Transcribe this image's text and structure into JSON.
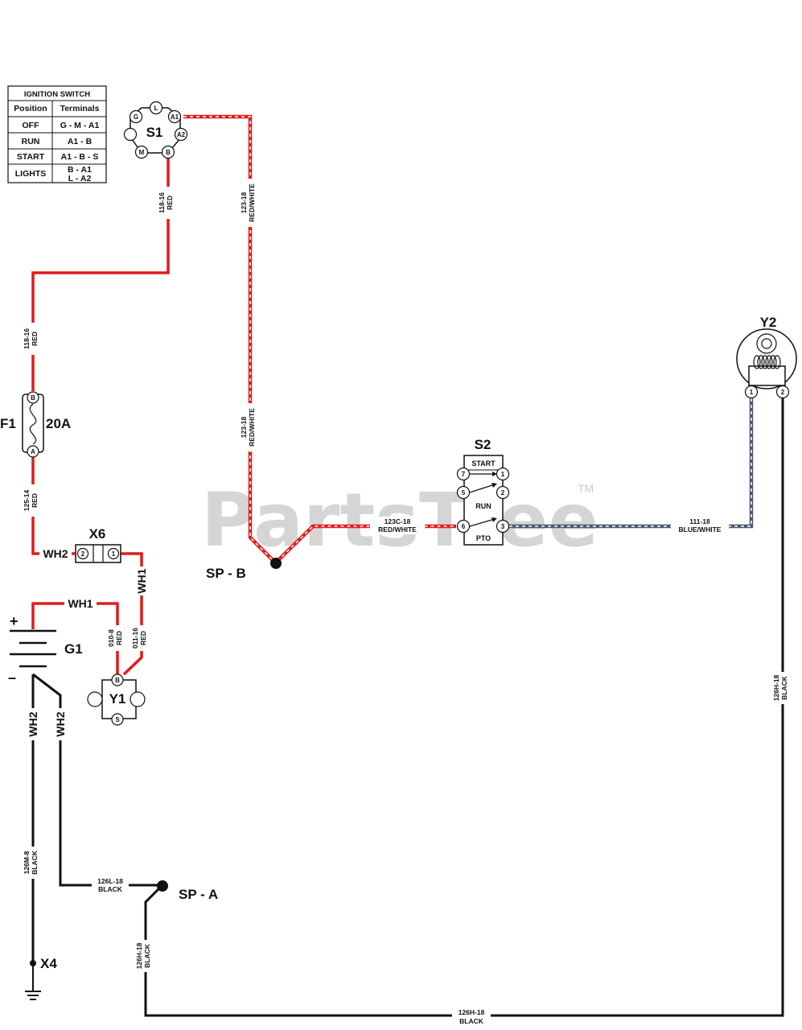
{
  "table": {
    "title": "IGNITION SWITCH",
    "headers": [
      "Position",
      "Terminals"
    ],
    "rows": [
      {
        "pos": "OFF",
        "terms": [
          "G - M - A1"
        ]
      },
      {
        "pos": "RUN",
        "terms": [
          "A1 - B"
        ]
      },
      {
        "pos": "START",
        "terms": [
          "A1 - B - S"
        ]
      },
      {
        "pos": "LIGHTS",
        "terms": [
          "B - A1",
          "L - A2"
        ]
      }
    ]
  },
  "components": {
    "s1": {
      "label": "S1",
      "pins": [
        "L",
        "A1",
        "A2",
        "B",
        "M",
        "G"
      ]
    },
    "s2": {
      "label": "S2",
      "pins": [
        "7",
        "1",
        "5",
        "2",
        "6",
        "3"
      ],
      "sections": [
        "START",
        "RUN",
        "PTO"
      ]
    },
    "f1": {
      "label": "F1",
      "rating": "20A",
      "pins": [
        "B",
        "A"
      ]
    },
    "x6": {
      "label": "X6",
      "pins": [
        "2",
        "1"
      ]
    },
    "g1": {
      "label": "G1",
      "plus": "+",
      "minus": "–"
    },
    "y1": {
      "label": "Y1",
      "pins": [
        "B",
        "S"
      ]
    },
    "y2": {
      "label": "Y2",
      "pins": [
        "1",
        "2"
      ]
    },
    "spa": {
      "label": "SP - A"
    },
    "spb": {
      "label": "SP - B"
    },
    "x4": {
      "label": "X4"
    }
  },
  "wires": {
    "w118a": {
      "id": "118-16",
      "color": "RED"
    },
    "w118b": {
      "id": "118-16",
      "color": "RED"
    },
    "w123a": {
      "id": "123-18",
      "color": "RED/WHITE"
    },
    "w123b": {
      "id": "123-18",
      "color": "RED/WHITE"
    },
    "w125": {
      "id": "125-14",
      "color": "RED"
    },
    "w123c": {
      "id": "123C-18",
      "color": "RED/WHITE"
    },
    "w111": {
      "id": "111-18",
      "color": "BLUE/WHITE"
    },
    "w010": {
      "id": "010-8",
      "color": "RED"
    },
    "w011": {
      "id": "011-16",
      "color": "RED"
    },
    "w126m": {
      "id": "126M-8",
      "color": "BLACK"
    },
    "w126l": {
      "id": "126L-18",
      "color": "BLACK"
    },
    "w126h_v": {
      "id": "126H-18",
      "color": "BLACK"
    },
    "w126h_b": {
      "id": "126H-18",
      "color": "BLACK"
    },
    "w126h_r": {
      "id": "126H-18",
      "color": "BLACK"
    }
  },
  "harness": {
    "wh2_x6": "WH2",
    "wh1_x6": "WH1",
    "wh1_bat": "WH1",
    "wh2_a": "WH2",
    "wh2_b": "WH2"
  },
  "watermark": {
    "text": "PartsTree",
    "tm": "TM"
  },
  "colors": {
    "red": "#e31b1b",
    "black": "#111111",
    "blue_white_base": "#4a5670",
    "watermark": "#c8c8c8"
  }
}
